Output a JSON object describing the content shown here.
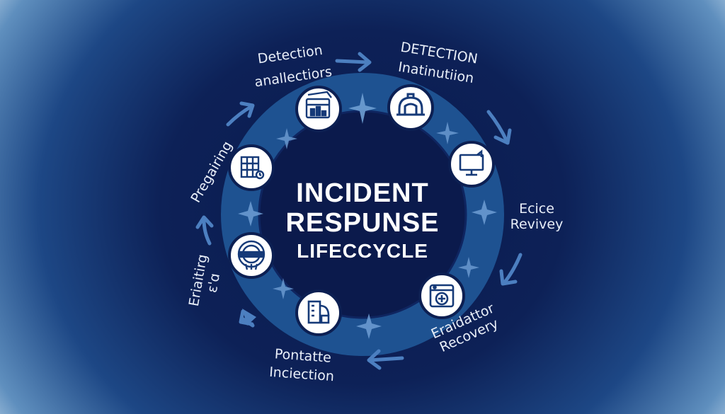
{
  "diagram": {
    "title_lines": [
      "INCIDENT",
      "RESPUNSE",
      "LIFECCYCLE"
    ],
    "labels": {
      "top_left": [
        "Detection",
        "anallectiors"
      ],
      "top_right": [
        "DETECTION",
        "Inatinutiion"
      ],
      "right": [
        "Ecice",
        "Revivey"
      ],
      "bottom_right": [
        "Eraidattor",
        "Recovery"
      ],
      "bottom": [
        "Pontatte",
        "Inciection"
      ],
      "left_lower": [
        "Eriaitirg",
        "ε'ɑ"
      ],
      "left_upper": "Pregairing"
    },
    "nodes": [
      {
        "name": "chart-window-icon"
      },
      {
        "name": "hardhat-icon"
      },
      {
        "name": "monitor-icon"
      },
      {
        "name": "washer-icon"
      },
      {
        "name": "building-icon"
      },
      {
        "name": "badge-icon"
      },
      {
        "name": "grid-calendar-icon"
      }
    ],
    "colors": {
      "ring": "#1e5291",
      "inner": "#0b1a4c",
      "node": "#ffffff",
      "node_border": "#0c1f52",
      "glyph": "#163a78",
      "arrow": "#4c7fc0",
      "sparkle": "#6e9ed3"
    }
  }
}
